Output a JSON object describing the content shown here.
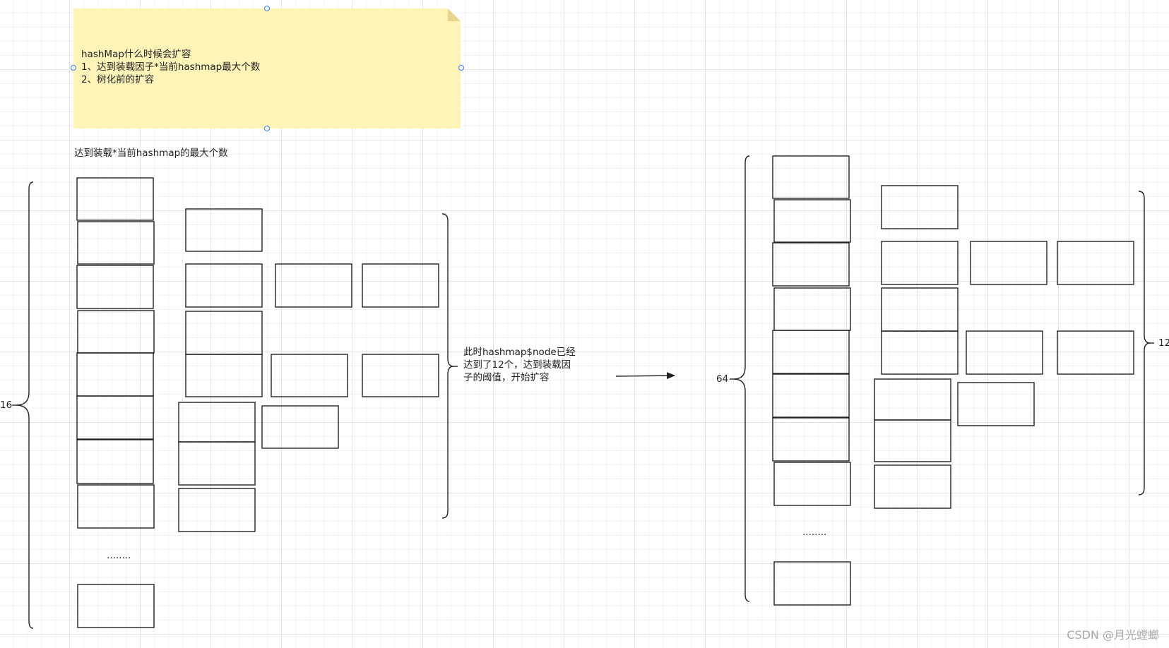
{
  "note": {
    "lines": [
      "hashMap什么时候会扩容",
      "1、达到装载因子*当前hashmap最大个数",
      "2、树化前的扩容"
    ]
  },
  "caption_left": "达到装载*当前hashmap的最大个数",
  "left_brace_label": "16",
  "middle_note_lines": [
    "此时hashmap$node已经",
    "达到了12个，达到装载因",
    "子的阈值，开始扩容"
  ],
  "right_brace_label": "64",
  "far_right_label": "12",
  "ellipsis_left": "........",
  "ellipsis_right": "........",
  "watermark": "CSDN @月光螳螂",
  "colors": {
    "note_fill": "#fff4b8",
    "handle": "#2f80ed",
    "stroke": "#222222"
  }
}
